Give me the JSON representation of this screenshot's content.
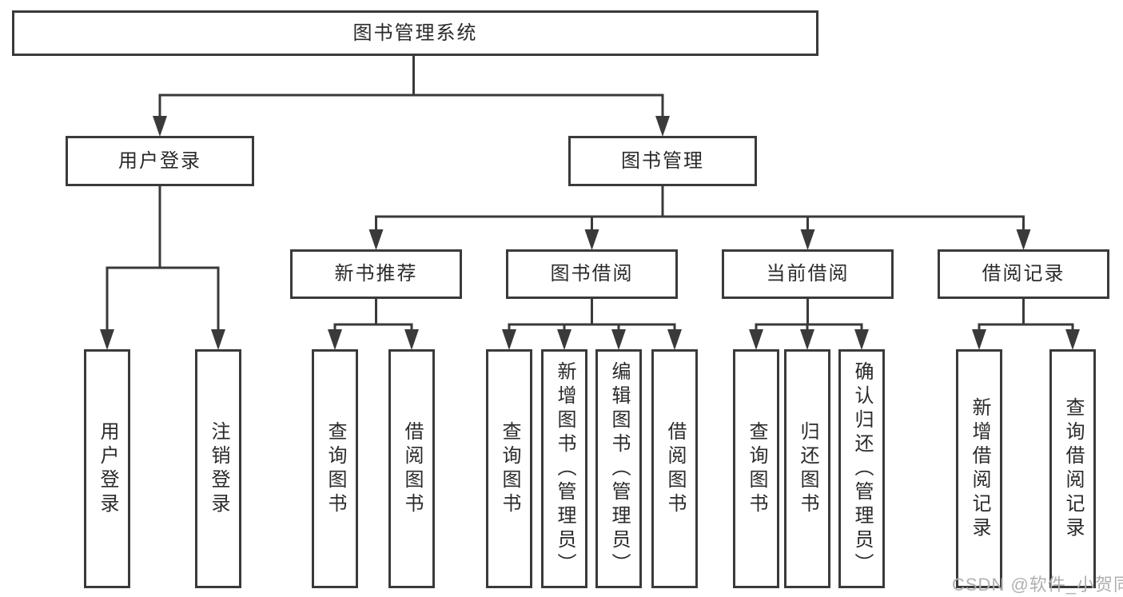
{
  "diagram_type": "hierarchy-tree",
  "colors": {
    "line": "#3a3a3a",
    "box_border": "#3a3a3a",
    "text": "#2a2a2a",
    "background": "#ffffff",
    "watermark": "#b0b0b0"
  },
  "tree": {
    "label": "图书管理系统",
    "children": [
      {
        "label": "用户登录",
        "children": [
          {
            "label": "用户登录"
          },
          {
            "label": "注销登录"
          }
        ]
      },
      {
        "label": "图书管理",
        "children": [
          {
            "label": "新书推荐",
            "children": [
              {
                "label": "查询图书"
              },
              {
                "label": "借阅图书"
              }
            ]
          },
          {
            "label": "图书借阅",
            "children": [
              {
                "label": "查询图书"
              },
              {
                "label": "新增图书（管理员）"
              },
              {
                "label": "编辑图书（管理员）"
              },
              {
                "label": "借阅图书"
              }
            ]
          },
          {
            "label": "当前借阅",
            "children": [
              {
                "label": "查询图书"
              },
              {
                "label": "归还图书"
              },
              {
                "label": "确认归还（管理员）"
              }
            ]
          },
          {
            "label": "借阅记录",
            "children": [
              {
                "label": "新增借阅记录"
              },
              {
                "label": "查询借阅记录"
              }
            ]
          }
        ]
      }
    ]
  },
  "watermark": {
    "text": "CSDN @软件_小贺同学"
  }
}
